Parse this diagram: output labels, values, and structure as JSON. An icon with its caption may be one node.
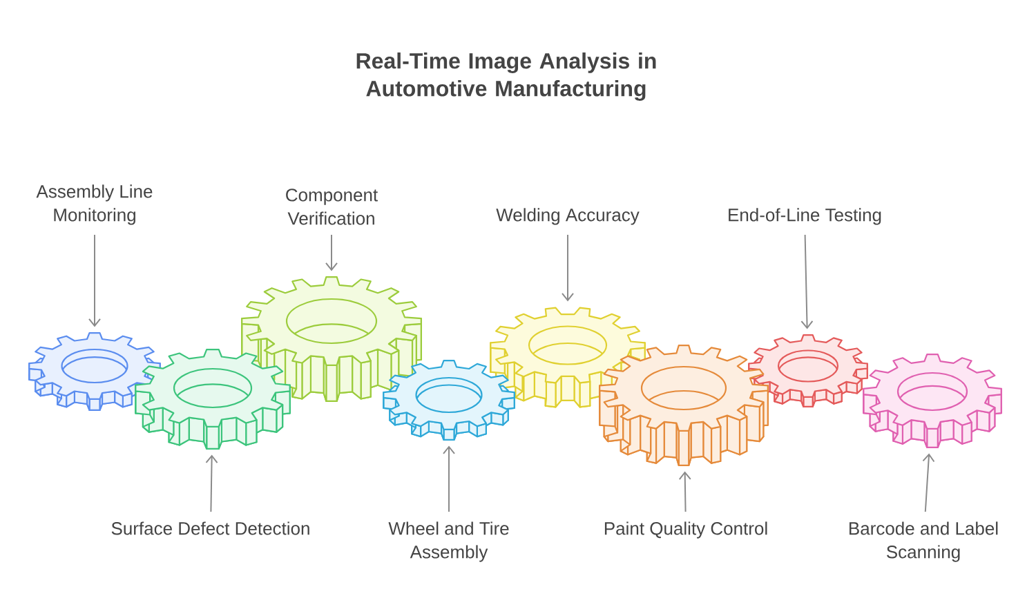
{
  "diagram": {
    "title": "Real-Time Image Analysis in Automotive Manufacturing",
    "nodes": [
      {
        "text": [
          "Assembly Line Monitoring"
        ]
      },
      {
        "text": [
          "Component Verification"
        ]
      },
      {
        "text": [
          "Welding Accuracy"
        ]
      },
      {
        "text": [
          "End-of-Line Testing"
        ]
      },
      {
        "text": [
          "Surface Defect Detection"
        ]
      },
      {
        "text": [
          "Wheel and Tire Assembly"
        ]
      },
      {
        "text": [
          "Paint Quality Control"
        ]
      },
      {
        "text": [
          "Barcode and Label Scanning"
        ]
      },
      {
        "text": [],
        "shape": "gear"
      },
      {
        "text": [],
        "shape": "gear"
      },
      {
        "text": [],
        "shape": "gear"
      },
      {
        "text": [],
        "shape": "gear"
      },
      {
        "text": [],
        "shape": "gear"
      },
      {
        "text": [],
        "shape": "gear"
      },
      {
        "text": [],
        "shape": "gear"
      },
      {
        "text": [],
        "shape": "gear"
      }
    ],
    "edges": [
      {
        "from": 0,
        "to": 8,
        "arrow": "to"
      },
      {
        "from": 1,
        "to": 10,
        "arrow": "to"
      },
      {
        "from": 2,
        "to": 12,
        "arrow": "to"
      },
      {
        "from": 3,
        "to": 14,
        "arrow": "to"
      },
      {
        "from": 4,
        "to": 9,
        "arrow": "to"
      },
      {
        "from": 5,
        "to": 11,
        "arrow": "to"
      },
      {
        "from": 6,
        "to": 13,
        "arrow": "to"
      },
      {
        "from": 7,
        "to": 15,
        "arrow": "to"
      }
    ]
  }
}
